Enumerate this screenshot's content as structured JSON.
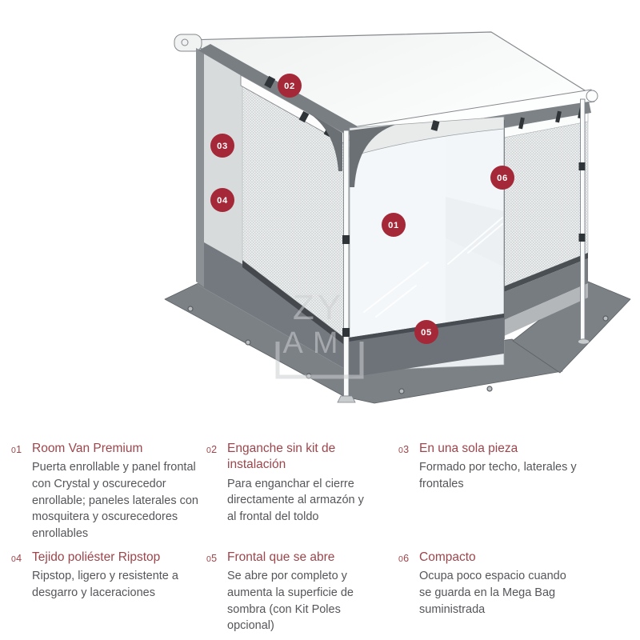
{
  "illustration": {
    "badges": [
      {
        "label": "01"
      },
      {
        "label": "02"
      },
      {
        "label": "03"
      },
      {
        "label": "04"
      },
      {
        "label": "05"
      },
      {
        "label": "06"
      }
    ],
    "watermark": {
      "top": "ZY",
      "bottom": "AM"
    },
    "colors": {
      "badge_red": "#a42837",
      "structure_gray": "#757a80",
      "panel_gray": "#d8dbdb",
      "outline_gray": "#85898d"
    }
  },
  "features": [
    {
      "num": "01",
      "title": "Room Van Premium",
      "body": "Puerta enrollable y panel frontal con Crystal y oscurecedor enrollable; paneles laterales con mosquitera y oscurecedores enrollables"
    },
    {
      "num": "02",
      "title": "Enganche sin kit de instalación",
      "body": "Para enganchar el cierre directamente al armazón y al frontal del toldo"
    },
    {
      "num": "03",
      "title": "En una sola pieza",
      "body": "Formado por techo, laterales y frontales"
    },
    {
      "num": "04",
      "title": "Tejido poliéster Ripstop",
      "body": "Ripstop, ligero y resistente a desgarro y laceraciones"
    },
    {
      "num": "05",
      "title": "Frontal que se abre",
      "body": "Se abre por completo y aumenta la superficie de sombra (con Kit Poles opcional)"
    },
    {
      "num": "06",
      "title": "Compacto",
      "body": "Ocupa poco espacio cuando se guarda en la Mega Bag suministrada"
    }
  ],
  "text_colors": {
    "accent_red": "#9d454b",
    "body_gray": "#55565a"
  }
}
